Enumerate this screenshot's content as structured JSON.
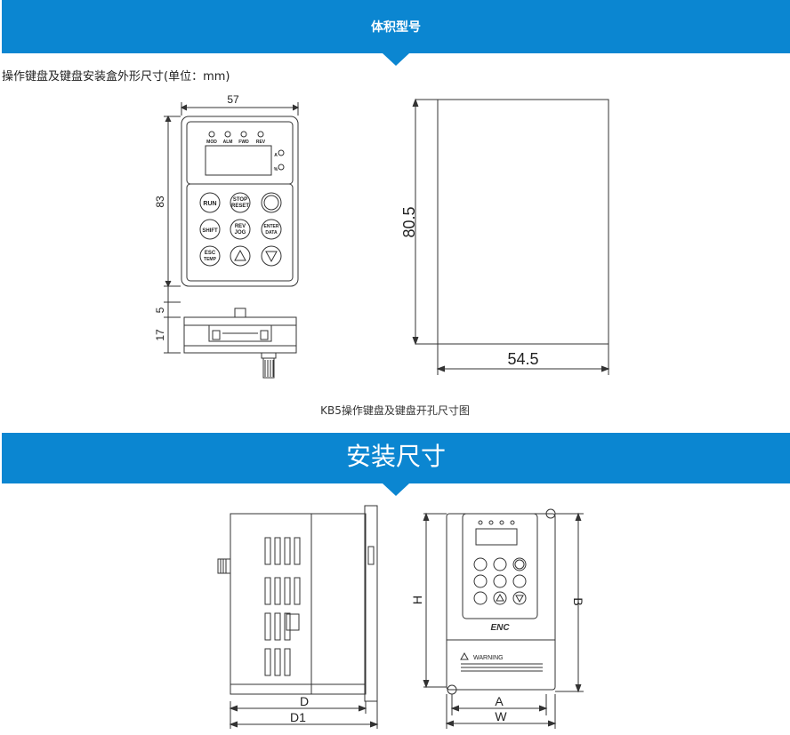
{
  "section1": {
    "title": "体积型号"
  },
  "intro_text": "操作键盘及键盘安装盒外形尺寸(单位：mm)",
  "keypad": {
    "dims": {
      "width": "57",
      "height": "83",
      "depth1": "5",
      "depth2": "17"
    },
    "leds": [
      "MOD",
      "ALM",
      "FWD",
      "REV"
    ],
    "side_leds": [
      "A",
      "%"
    ],
    "keys": [
      [
        "RUN",
        "STOP\nRESET",
        ""
      ],
      [
        "SHIFT",
        "REV\nJOG",
        "ENTER\nDATA"
      ],
      [
        "ESC\nTEMP",
        "▲",
        "▼"
      ]
    ]
  },
  "cutout": {
    "width": "54.5",
    "height": "80.5"
  },
  "caption": "KB5操作键盘及键盘开孔尺寸图",
  "section2": {
    "title": "安装尺寸"
  },
  "install": {
    "labels": {
      "D": "D",
      "D1": "D1",
      "H": "H",
      "B": "B",
      "A": "A",
      "W": "W"
    },
    "brand": "ENC",
    "warning": "WARNING"
  },
  "colors": {
    "banner": "#0b86d1",
    "line": "#333333"
  }
}
